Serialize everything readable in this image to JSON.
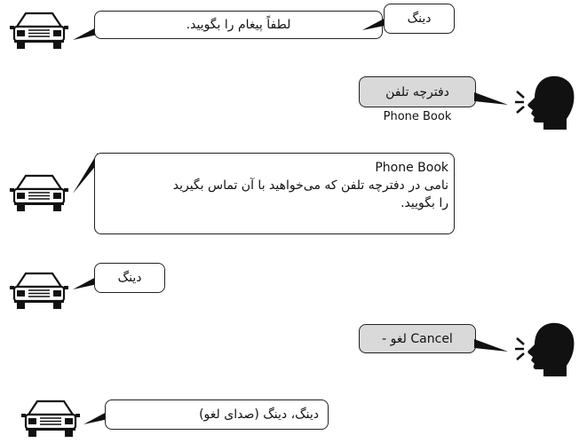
{
  "steps": [
    {
      "speaker": "car",
      "bubbles": [
        "دینگ",
        "لطفاً پیغام را بگویید."
      ]
    },
    {
      "speaker": "person",
      "bubble": "دفترچه تلفن",
      "caption": "Phone Book"
    },
    {
      "speaker": "car",
      "lines": [
        "Phone Book",
        "نامی در دفترچه تلفن که می‌خواهید با آن تماس بگیرید",
        "را بگویید."
      ]
    },
    {
      "speaker": "car",
      "bubble": "دینگ"
    },
    {
      "speaker": "person",
      "bubble_fa": "لغو -",
      "bubble_en": "Cancel"
    },
    {
      "speaker": "car",
      "bubble": "دینگ، دینگ (صدای لغو)"
    }
  ],
  "icons": {
    "car": "car-front-icon",
    "person": "speaking-head-icon"
  },
  "colors": {
    "ink": "#111111",
    "grey_bubble": "#d9d9d9"
  }
}
